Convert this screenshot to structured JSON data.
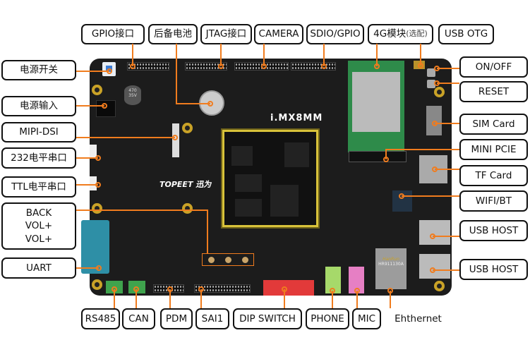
{
  "board": {
    "brand": "TOPEET 迅为",
    "chip_label": "i.MX8MM",
    "ethernet_brand": "HanRun",
    "ethernet_part": "HR911130A"
  },
  "labels": {
    "top": [
      "GPIO接口",
      "后备电池",
      "JTAG接口",
      "CAMERA",
      "SDIO/GPIO",
      "4G模块",
      "(选配)",
      "USB OTG"
    ],
    "left": [
      "电源开关",
      "电源输入",
      "MIPI-DSI",
      "232电平串口",
      "TTL电平串口",
      "BACK",
      "VOL+",
      "VOL+",
      "UART"
    ],
    "right": [
      "ON/OFF",
      "RESET",
      "SIM Card",
      "MINI PCIE",
      "TF Card",
      "WIFI/BT",
      "USB HOST",
      "USB HOST"
    ],
    "bottom": [
      "RS485",
      "CAN",
      "PDM",
      "SAI1",
      "DIP SWITCH",
      "PHONE",
      "MIC",
      "Ehthernet"
    ]
  },
  "colors": {
    "leader": "#f07c1e",
    "board": "#1c1c1c"
  }
}
